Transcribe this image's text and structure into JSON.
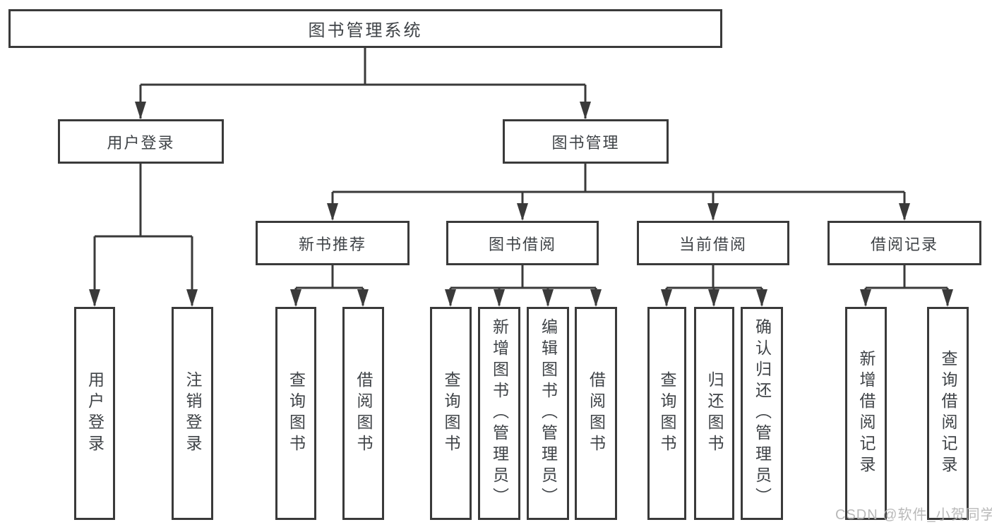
{
  "diagram": {
    "tree": {
      "root": {
        "label": "图书管理系统",
        "children": [
          {
            "label": "用户登录",
            "children": [
              {
                "label": "用户登录"
              },
              {
                "label": "注销登录"
              }
            ]
          },
          {
            "label": "图书管理",
            "children": [
              {
                "label": "新书推荐",
                "children": [
                  {
                    "label": "查询图书"
                  },
                  {
                    "label": "借阅图书"
                  }
                ]
              },
              {
                "label": "图书借阅",
                "children": [
                  {
                    "label": "查询图书"
                  },
                  {
                    "label": "新增图书（管理员）"
                  },
                  {
                    "label": "编辑图书（管理员）"
                  },
                  {
                    "label": "借阅图书"
                  }
                ]
              },
              {
                "label": "当前借阅",
                "children": [
                  {
                    "label": "查询图书"
                  },
                  {
                    "label": "归还图书"
                  },
                  {
                    "label": "确认归还（管理员）"
                  }
                ]
              },
              {
                "label": "借阅记录",
                "children": [
                  {
                    "label": "新增借阅记录"
                  },
                  {
                    "label": "查询借阅记录"
                  }
                ]
              }
            ]
          }
        ]
      }
    },
    "colors": {
      "line": "#3a3a3a",
      "text": "#3f4347",
      "background": "#ffffff",
      "watermark_gray": "#b2b2b2"
    }
  },
  "watermark": {
    "text": "CSDN @软件_小贺同学"
  }
}
